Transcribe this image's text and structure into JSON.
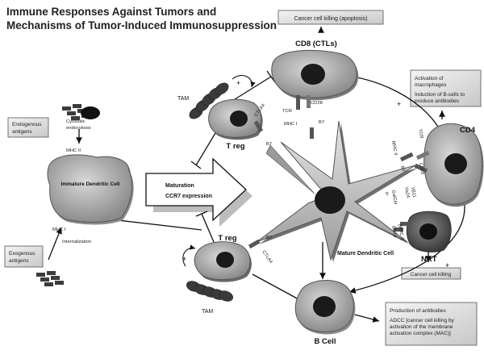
{
  "title": {
    "line1": "Immune Responses Against Tumors and",
    "line2": "Mechanisms of Tumor-Induced Immunosuppression"
  },
  "cells": {
    "cd8": "CD8 (CTLs)",
    "cd4": "CD4",
    "immature_dc": "Immature Dendritic Cell",
    "mature_dc": "Mature Dendritic Cell",
    "treg_top": "T reg",
    "treg_bottom": "T reg",
    "nkt": "NKT",
    "bcell": "B Cell",
    "tam_top": "TAM",
    "tam_bottom": "TAM"
  },
  "boxes": {
    "cd8_effect": "Cancer cell killing (apoptosis)",
    "cd4_effect_1": "Activation of",
    "cd4_effect_2": "macrophages",
    "cd4_effect_3": "Induction of B-cells to",
    "cd4_effect_4": "produce antibodies",
    "endogenous_1": "Endogenous",
    "endogenous_2": "antigens",
    "exogenous_1": "Exogenous",
    "exogenous_2": "antigens",
    "nkt_effect": "Cancer cell killing",
    "bcell_1": "Production of antibodies",
    "bcell_2": "ADCC [cancer cell killing by",
    "bcell_3": "activation of the membrane",
    "bcell_4": "activation complex (MAC)]"
  },
  "arrow": {
    "line1": "Maturation",
    "line2": "CCR7 expression"
  },
  "labels": {
    "cytosolic_1": "Cytosolic",
    "cytosolic_2": "endocytosis",
    "mhc2_left": "MHC II",
    "mhc1_left": "MHC I",
    "internalization": "Internalization",
    "tcr_cd8": "TCR",
    "cd28_cd8": "CD28",
    "mhc1_cd8": "MHC I",
    "b7_cd8": "B7",
    "ctla4_top": "CTLA4",
    "b7_top": "B7",
    "ctla4_bottom": "CTLA4",
    "b7_bottom": "B7",
    "mhc2_right": "MHC II",
    "tcr_cd4": "TCR",
    "b7_cd4": "B7",
    "cd28_cd4": "CD28",
    "alpha": "α-",
    "galcer": "GalCer",
    "va24": "Vα24",
    "vb11": "Vβ11",
    "cd1d": "CD1d",
    "mhc1_nkt": "(MHC I)",
    "plus_cd4_top": "+",
    "plus_cd4_bottom": "+",
    "plus_tam_top": "+",
    "plus_tam_bottom": "+"
  }
}
